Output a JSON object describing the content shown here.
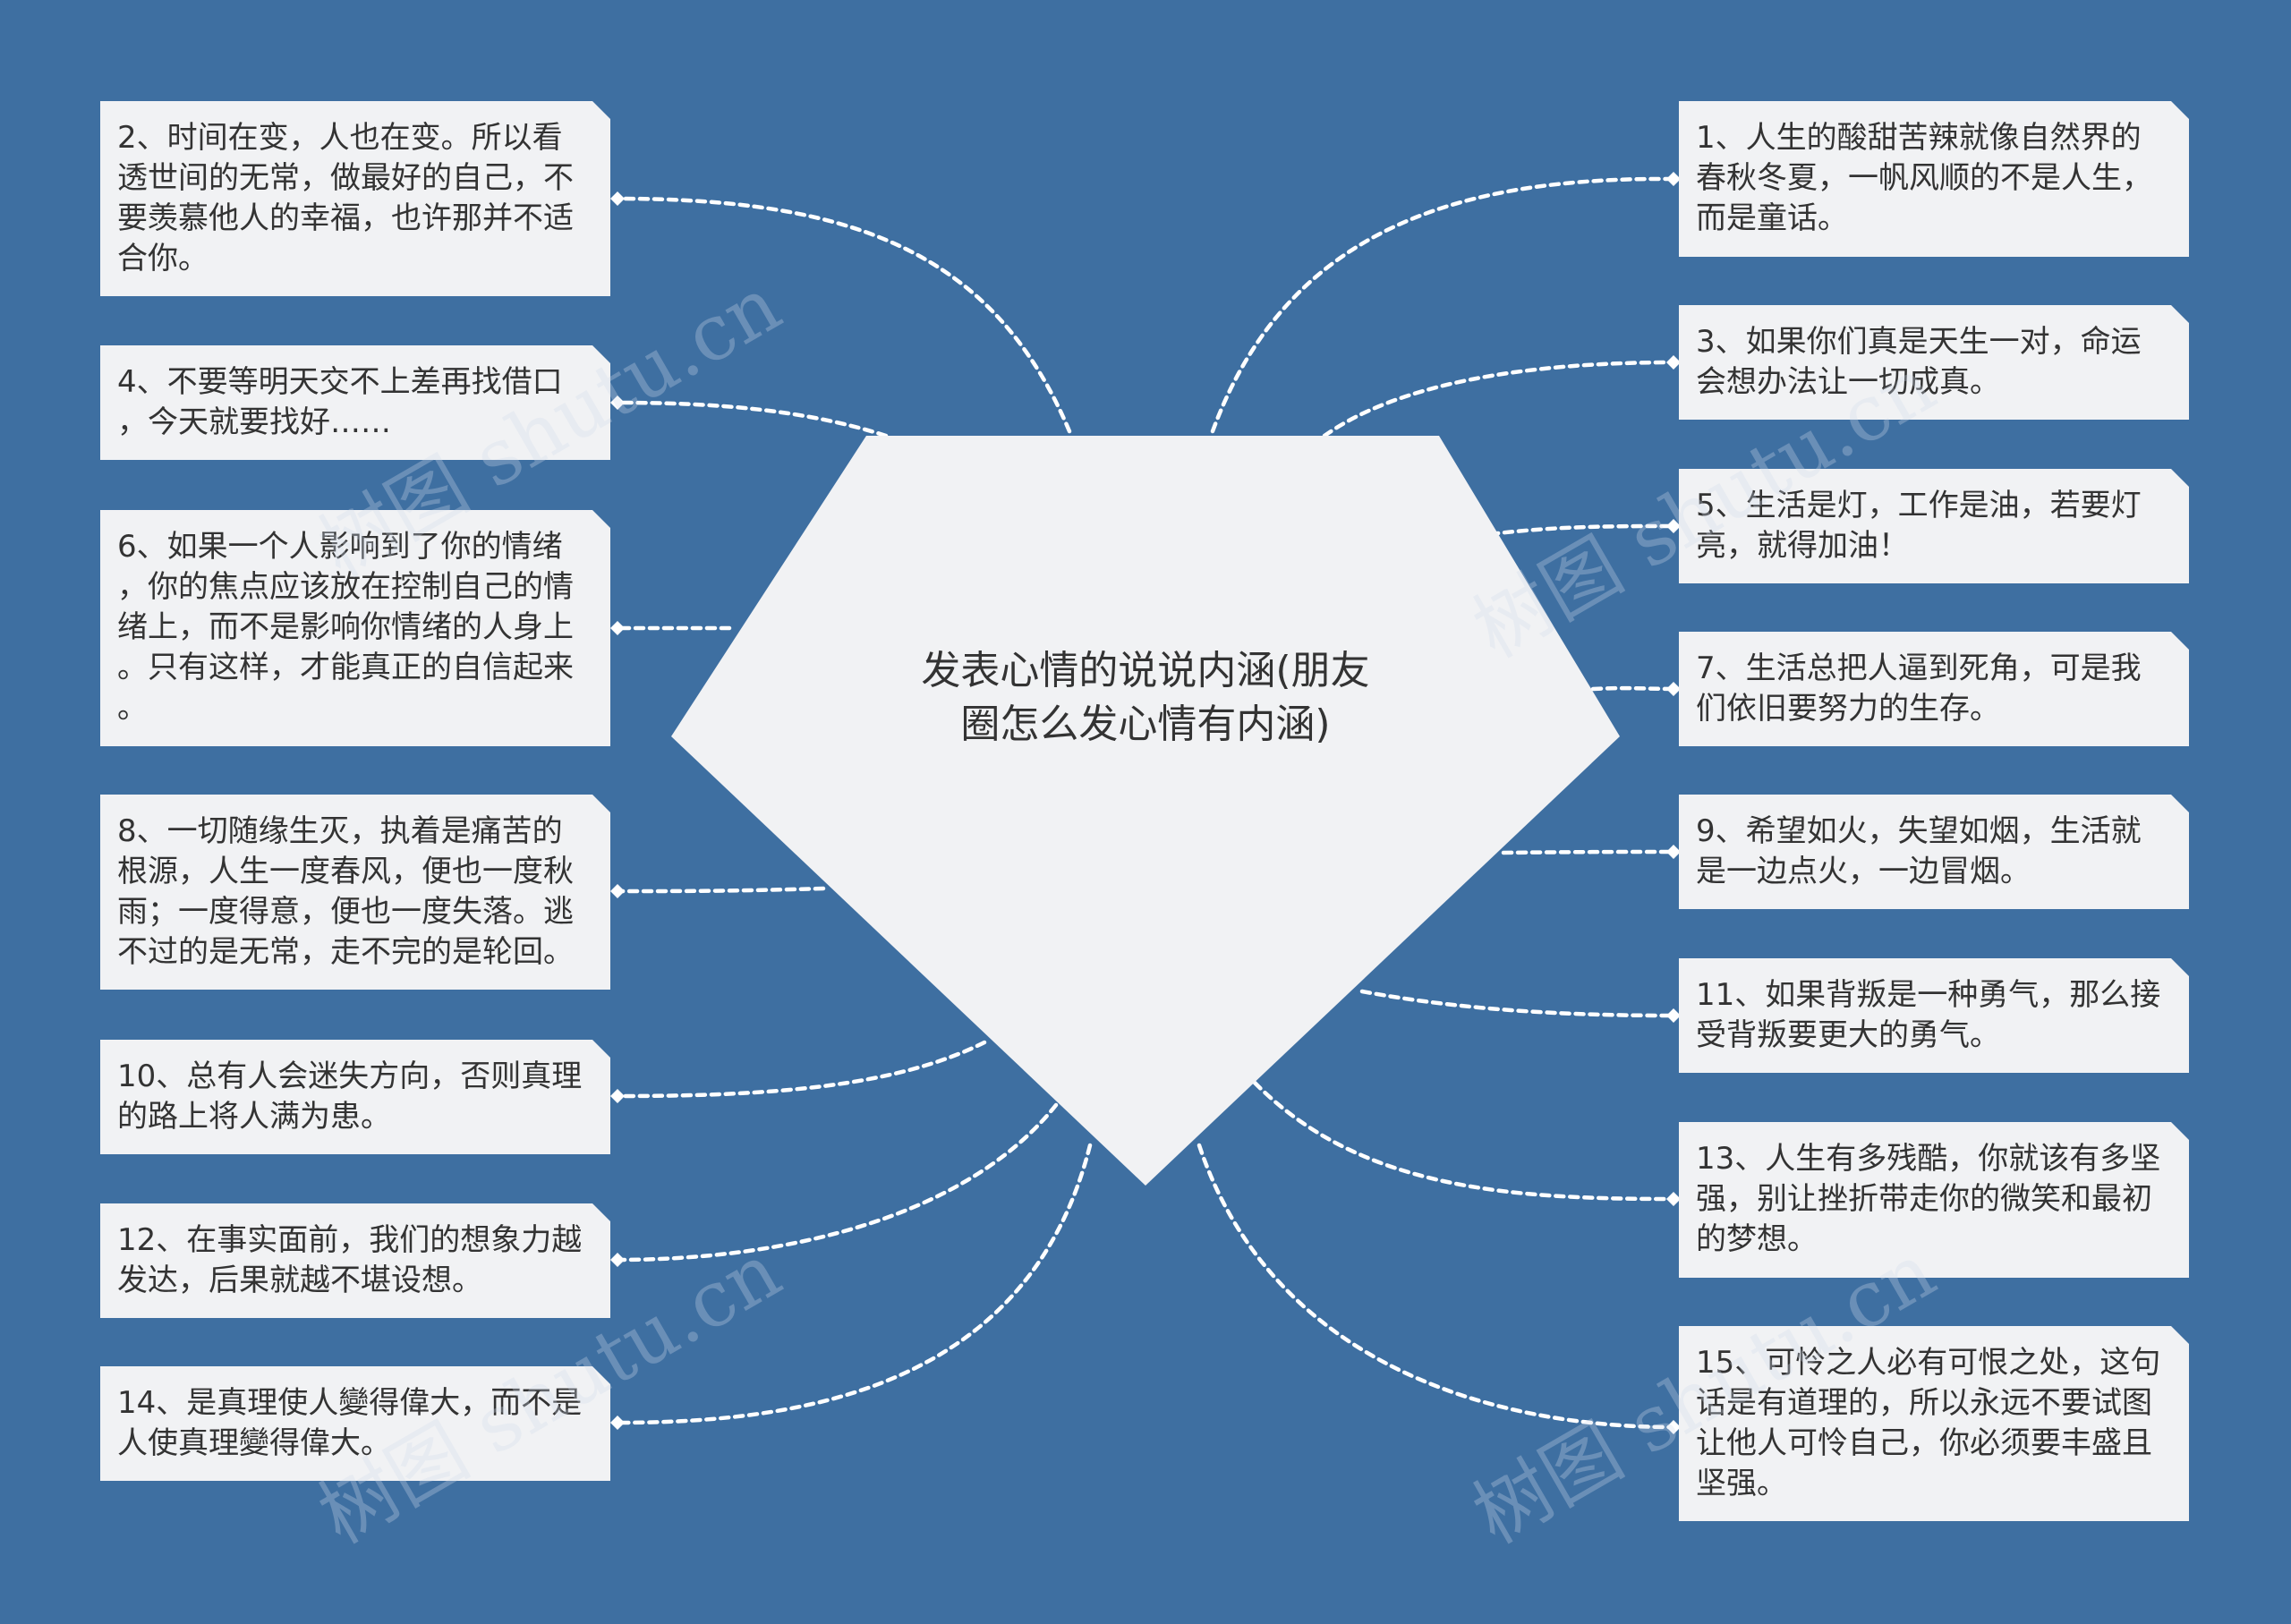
{
  "center": {
    "title": "发表心情的说说内涵(朋友\n圈怎么发心情有内涵)"
  },
  "nodes": [
    {
      "id": "n1",
      "side": "right",
      "text": "1、人生的酸甜苦辣就像自然界的\n春秋冬夏，一帆风顺的不是人生，\n而是童话。"
    },
    {
      "id": "n2",
      "side": "left",
      "text": "2、时间在变，人也在变。所以看\n透世间的无常，做最好的自己，不\n要羡慕他人的幸福，也许那并不适\n合你。"
    },
    {
      "id": "n3",
      "side": "right",
      "text": "3、如果你们真是天生一对，命运\n会想办法让一切成真。"
    },
    {
      "id": "n4",
      "side": "left",
      "text": "4、不要等明天交不上差再找借口\n，今天就要找好……"
    },
    {
      "id": "n5",
      "side": "right",
      "text": "5、生活是灯，工作是油，若要灯\n亮，就得加油！"
    },
    {
      "id": "n6",
      "side": "left",
      "text": "6、如果一个人影响到了你的情绪\n，你的焦点应该放在控制自己的情\n绪上，而不是影响你情绪的人身上\n。只有这样，才能真正的自信起来\n。"
    },
    {
      "id": "n7",
      "side": "right",
      "text": "7、生活总把人逼到死角，可是我\n们依旧要努力的生存。"
    },
    {
      "id": "n8",
      "side": "left",
      "text": "8、一切随缘生灭，执着是痛苦的\n根源，人生一度春风，便也一度秋\n雨；一度得意，便也一度失落。逃\n不过的是无常，走不完的是轮回。"
    },
    {
      "id": "n9",
      "side": "right",
      "text": "9、希望如火，失望如烟，生活就\n是一边点火，一边冒烟。"
    },
    {
      "id": "n10",
      "side": "left",
      "text": "10、总有人会迷失方向，否则真理\n的路上将人满为患。"
    },
    {
      "id": "n11",
      "side": "right",
      "text": "11、如果背叛是一种勇气，那么接\n受背叛要更大的勇气。"
    },
    {
      "id": "n12",
      "side": "left",
      "text": "12、在事实面前，我们的想象力越\n发达，后果就越不堪设想。"
    },
    {
      "id": "n13",
      "side": "right",
      "text": "13、人生有多残酷，你就该有多坚\n强，别让挫折带走你的微笑和最初\n的梦想。"
    },
    {
      "id": "n14",
      "side": "left",
      "text": "14、是真理使人變得偉大，而不是\n人使真理變得偉大。"
    },
    {
      "id": "n15",
      "side": "right",
      "text": "15、可怜之人必有可恨之处，这句\n话是有道理的，所以永远不要试图\n让他人可怜自己，你必须要丰盛且\n坚强。"
    }
  ],
  "watermarks": [
    "树图 shutu.cn",
    "树图 shutu.cn",
    "树图 shutu.cn",
    "树图 shutu.cn"
  ],
  "colors": {
    "background": "#3e6fa1",
    "node_fill": "#f1f2f4",
    "center_fill": "#f1f2f4",
    "connector": "#ffffff",
    "text": "#333333"
  }
}
